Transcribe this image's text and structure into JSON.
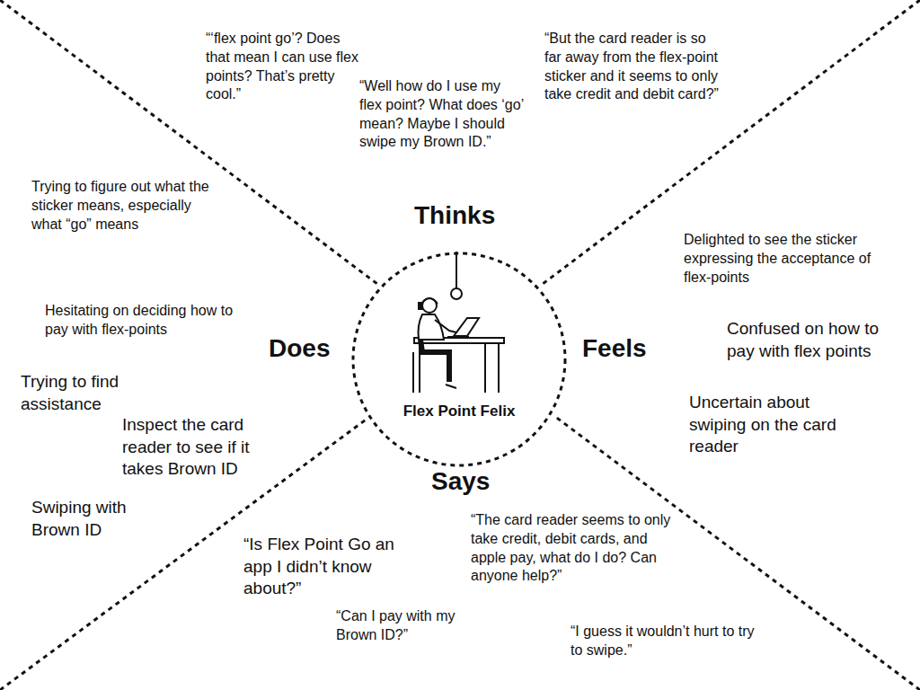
{
  "diagram": {
    "nodes": [
      {
        "text": [
          "Flex Point Felix"
        ]
      }
    ],
    "labels": [
      "Thinks",
      "“‘flex point go’? Does that mean I can use flex points? That’s pretty cool.”",
      "“Well how do I use my flex point? What does ‘go’ mean? Maybe I should swipe my Brown ID.”",
      "“But the card reader is so far away from the flex-point sticker and it seems to only take credit and debit card?”",
      "Feels",
      "Delighted to see the sticker expressing the acceptance of flex-points",
      "Confused on how to pay with flex points",
      "Uncertain about swiping on the card reader",
      "Does",
      "Trying to figure out what the sticker means, especially what “go” means",
      "Hesitating on deciding how to pay with flex-points",
      "Trying to find assistance",
      "Inspect the card reader to see if it takes Brown ID",
      "Swiping with Brown ID",
      "Says",
      "“Is Flex Point Go an app I didn’t know about?”",
      "“Can I pay with my Brown ID?”",
      "“The card reader seems to only take credit, debit cards, and apple pay, what do I do? Can anyone help?”",
      "“I guess it wouldn’t hurt to try to swipe.”"
    ]
  }
}
